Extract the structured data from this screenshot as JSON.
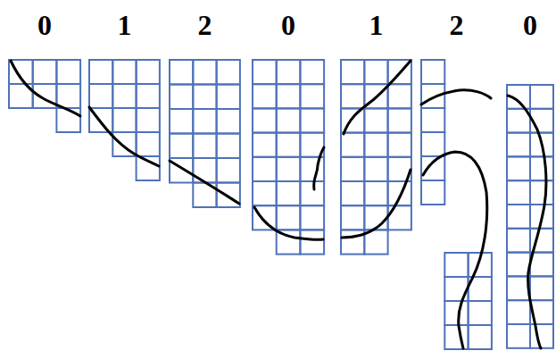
{
  "diagram": {
    "nodes": [
      {
        "text": [
          "0"
        ]
      },
      {
        "text": [
          "1"
        ]
      },
      {
        "text": [
          "2"
        ]
      },
      {
        "text": [
          "0"
        ]
      },
      {
        "text": [
          "1"
        ]
      },
      {
        "text": [
          "2"
        ]
      },
      {
        "text": [
          "0"
        ]
      }
    ]
  }
}
